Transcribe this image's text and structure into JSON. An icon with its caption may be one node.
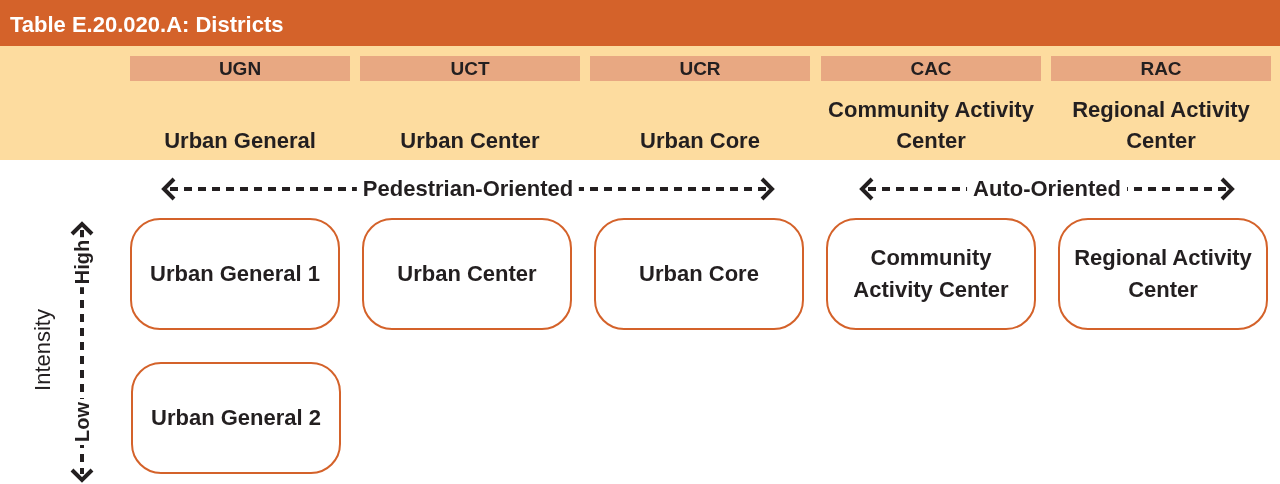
{
  "diagram": {
    "title": "Table E.20.020.A: Districts",
    "nodes": [
      {
        "text": [
          "Urban General 1"
        ]
      },
      {
        "text": [
          "Urban Center"
        ]
      },
      {
        "text": [
          "Urban Core"
        ]
      },
      {
        "text": [
          "Community Activity Center"
        ]
      },
      {
        "text": [
          "Regional Activity Center"
        ]
      },
      {
        "text": [
          "Urban General 2"
        ]
      }
    ],
    "labels": [
      "UGN",
      "UCT",
      "UCR",
      "CAC",
      "RAC",
      "Urban General",
      "Urban Center",
      "Urban Core",
      "Community Activity Center",
      "Regional Activity Center",
      "Pedestrian-Oriented",
      "Auto-Oriented",
      "High",
      "Intensity",
      "Low"
    ]
  }
}
